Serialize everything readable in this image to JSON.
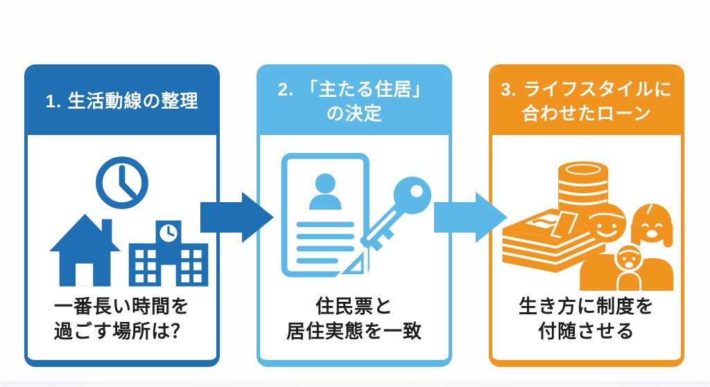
{
  "colors": {
    "step1_blue": "#1f6fb4",
    "step2_light_blue": "#5cb8e7",
    "step3_orange": "#f0941f",
    "caption_text": "#1d1d1f",
    "background": "#fdfdfd"
  },
  "steps": [
    {
      "header_line1": "1. 生活動線の整理",
      "header_line2": "",
      "caption_line1": "一番長い時間を",
      "caption_line2": "過ごす場所は？",
      "icons": [
        "clock-icon",
        "house-icon",
        "school-icon"
      ],
      "color": "#1f6fb4"
    },
    {
      "header_line1": "2. 「主たる住居」",
      "header_line2": "の決定",
      "caption_line1": "住民票と",
      "caption_line2": "居住実態を一致",
      "icons": [
        "resident-record-document-icon",
        "key-icon"
      ],
      "color": "#5cb8e7"
    },
    {
      "header_line1": "3. ライフスタイルに",
      "header_line2": "合わせたローン",
      "caption_line1": "生き方に制度を",
      "caption_line2": "付随させる",
      "icons": [
        "money-stack-icon",
        "family-icon"
      ],
      "color": "#f0941f"
    }
  ],
  "arrows": [
    {
      "name": "arrow-step1-to-step2",
      "color": "#1f6fb4"
    },
    {
      "name": "arrow-step2-to-step3",
      "color": "#5cb8e7"
    }
  ]
}
